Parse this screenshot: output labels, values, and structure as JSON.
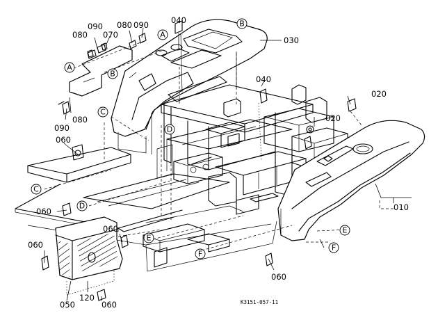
{
  "figure_ref": "K3151-057-11",
  "part_numbers": {
    "p010": "010",
    "p020a": "020",
    "p020b": "020",
    "p030": "030",
    "p040a": "040",
    "p040b": "040",
    "p050": "050",
    "p060a": "060",
    "p060b": "060",
    "p060c": "060",
    "p060d": "060",
    "p060e": "060",
    "p060f": "060",
    "p070": "070",
    "p080a": "080",
    "p080b": "080",
    "p080c": "080",
    "p090a": "090",
    "p090b": "090",
    "p090c": "090",
    "p120": "120"
  },
  "callouts": {
    "a1": "A",
    "a2": "A",
    "b1": "B",
    "b2": "B",
    "c1": "C",
    "c2": "C",
    "d1": "D",
    "d2": "D",
    "e1": "E",
    "e2": "E",
    "f1": "F",
    "f2": "F"
  }
}
